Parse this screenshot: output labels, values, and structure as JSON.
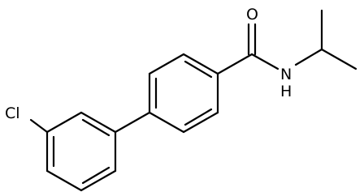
{
  "atoms": {
    "chlorine": "Cl",
    "oxygen": "O",
    "nitrogen": "N",
    "hydrogen": "H"
  },
  "colors": {
    "bond": "#000000",
    "label": "#000000",
    "background": "#ffffff"
  }
}
